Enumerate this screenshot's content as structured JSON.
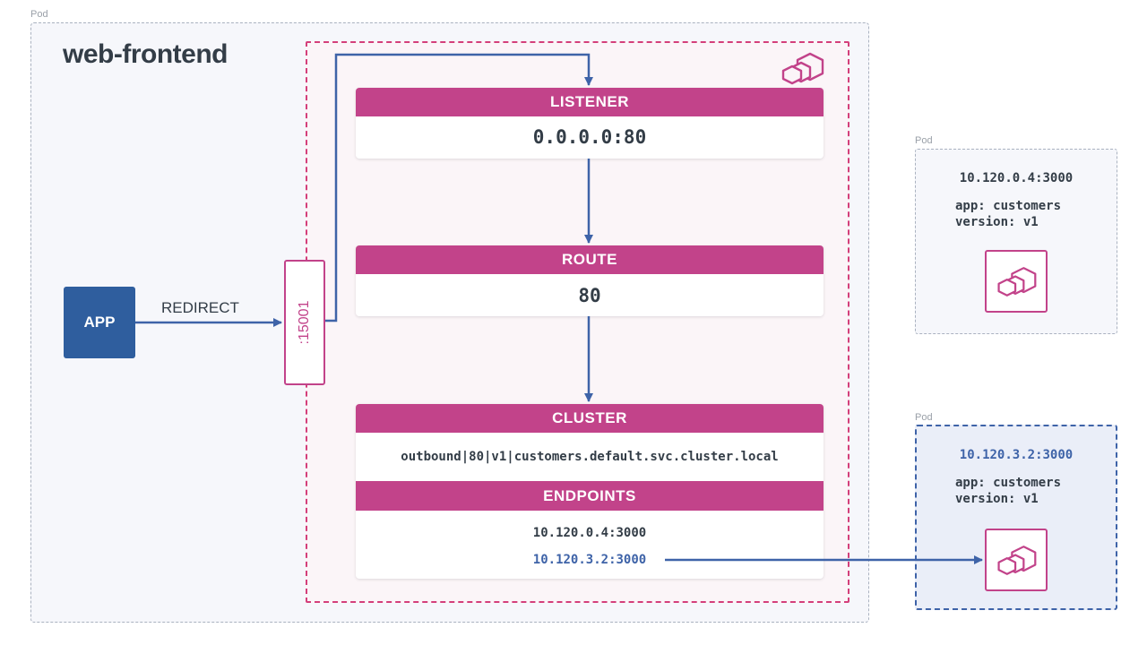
{
  "main_pod": {
    "label": "Pod",
    "title": "web-frontend"
  },
  "app": {
    "label": "APP"
  },
  "redirect": {
    "label": "REDIRECT"
  },
  "port": {
    "label": ":15001"
  },
  "listener": {
    "header": "LISTENER",
    "value": "0.0.0.0:80"
  },
  "route": {
    "header": "ROUTE",
    "value": "80"
  },
  "cluster": {
    "header": "CLUSTER",
    "value": "outbound|80|v1|customers.default.svc.cluster.local"
  },
  "endpoints": {
    "header": "ENDPOINTS",
    "items": [
      "10.120.0.4:3000",
      "10.120.3.2:3000"
    ],
    "selected_color": "#3e63a8"
  },
  "pods": [
    {
      "label": "Pod",
      "ip": "10.120.0.4:3000",
      "app_label": "app: customers",
      "version_label": "version: v1"
    },
    {
      "label": "Pod",
      "ip": "10.120.3.2:3000",
      "app_label": "app: customers",
      "version_label": "version: v1"
    }
  ],
  "colors": {
    "accent": "#c2438a",
    "arrow": "#3e63a8",
    "app": "#2f5e9e",
    "proxy_border": "#d43f7a"
  },
  "icons": [
    "envoy-icon"
  ]
}
